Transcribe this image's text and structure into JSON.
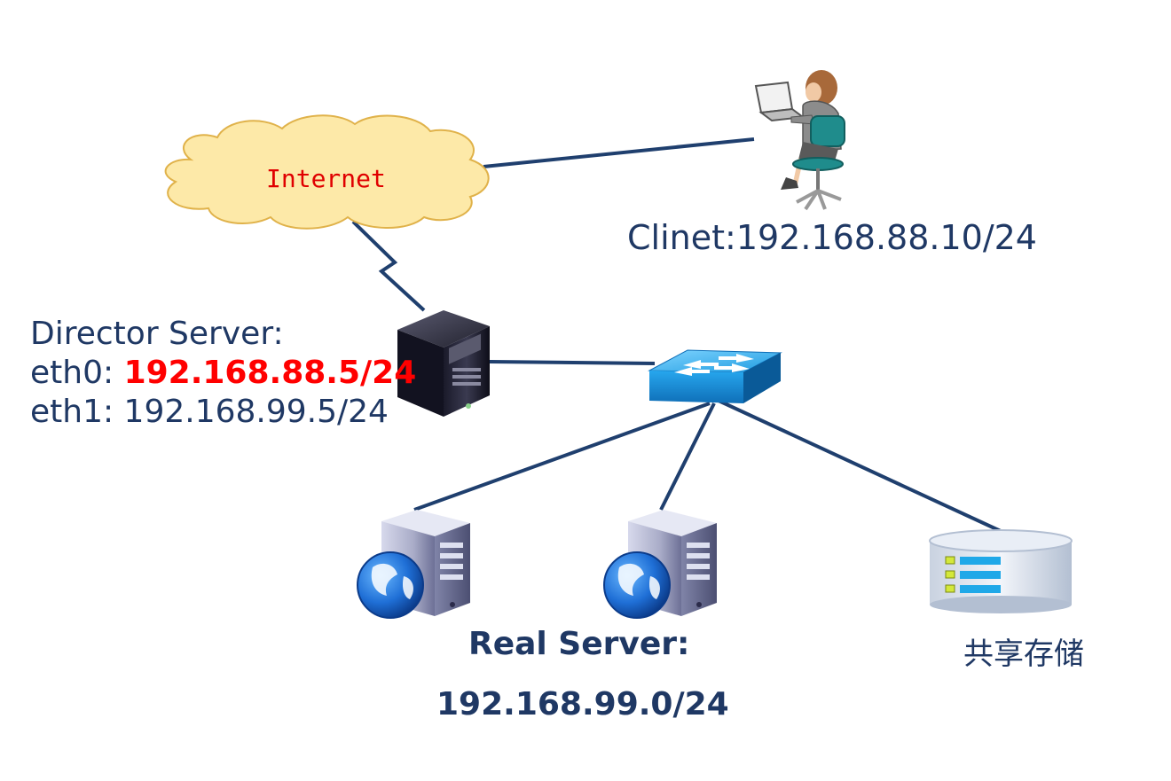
{
  "cloud": {
    "label": "Internet"
  },
  "client": {
    "label": "Clinet:192.168.88.10/24"
  },
  "director": {
    "title": "Director Server:",
    "eth0_prefix": "eth0: ",
    "eth0_ip": "192.168.88.5/24",
    "eth1": "eth1: 192.168.99.5/24"
  },
  "real_server": {
    "title": "Real Server:",
    "network": "192.168.99.0/24"
  },
  "storage": {
    "label": "共享存储"
  },
  "colors": {
    "line": "#1f3f6e",
    "text": "#1f3864",
    "highlight": "#ff0000",
    "cloud_fill": "#fde9a8",
    "cloud_stroke": "#e0b24a"
  },
  "icons": [
    "cloud-icon",
    "client-person-icon",
    "director-server-icon",
    "switch-icon",
    "real-server-icon",
    "storage-icon"
  ]
}
